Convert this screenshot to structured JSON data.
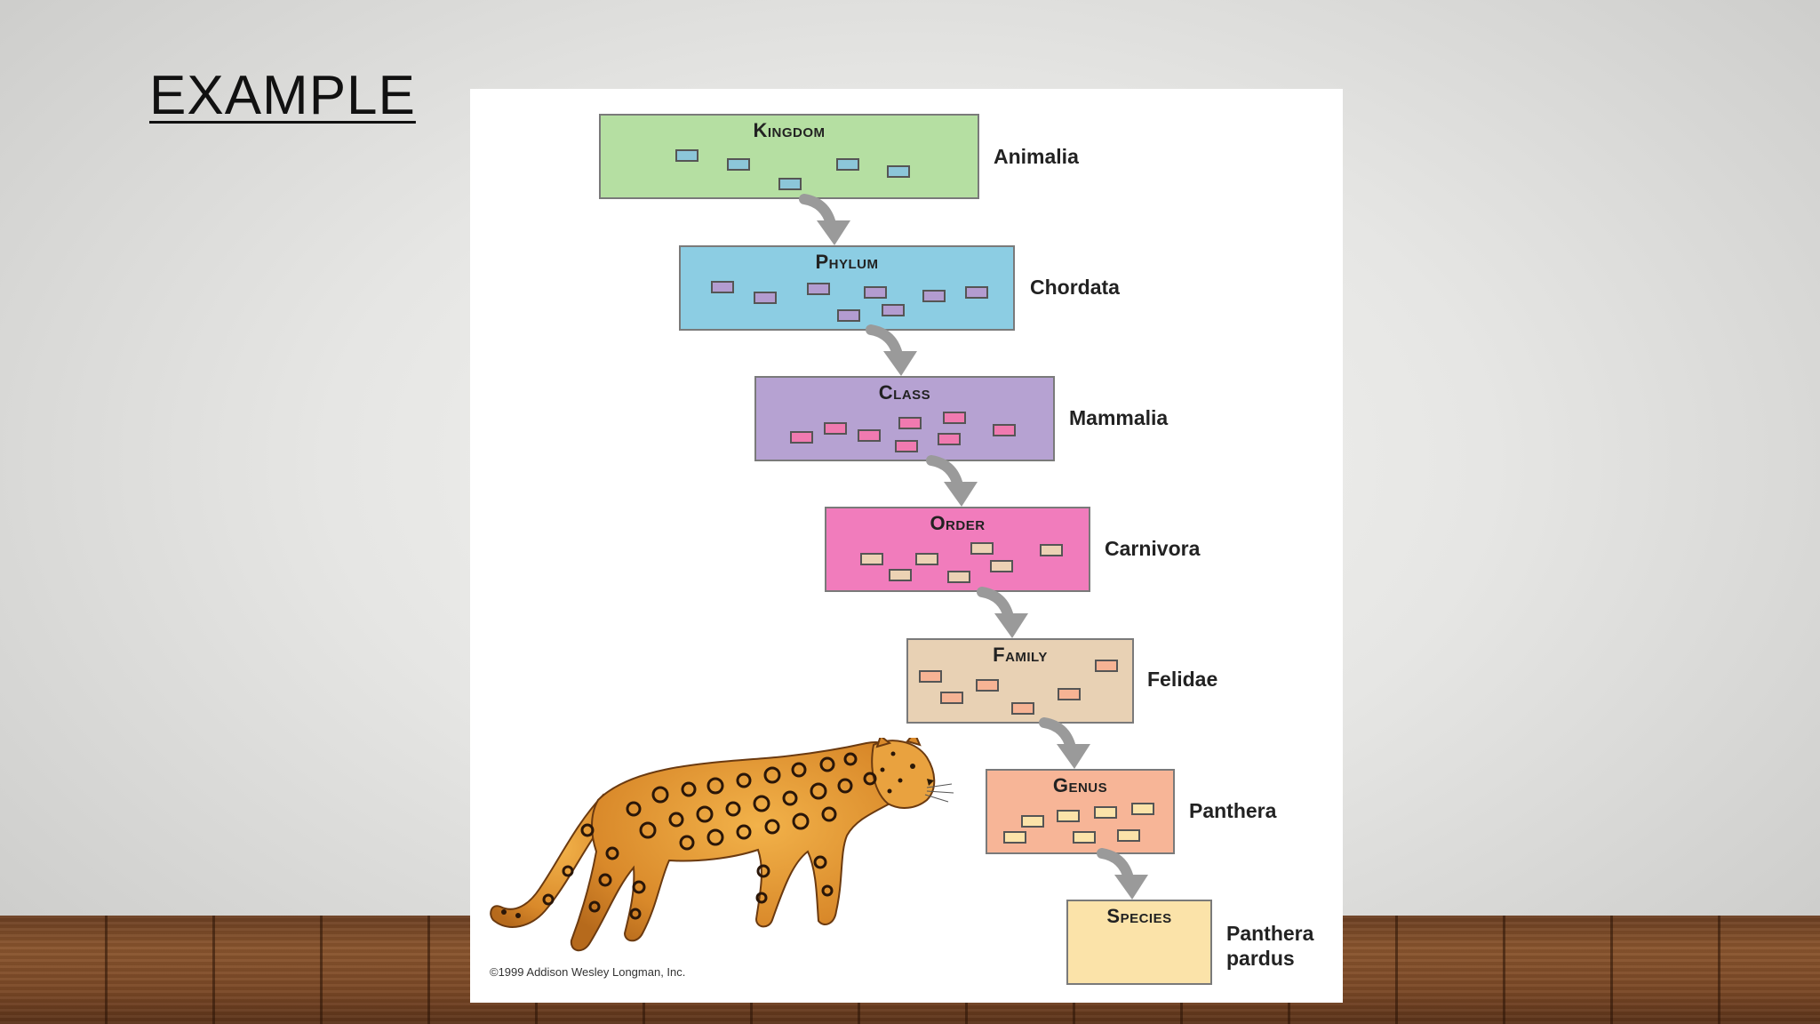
{
  "slide": {
    "title": "EXAMPLE"
  },
  "diagram": {
    "ranks": [
      {
        "rank": "Kingdom",
        "taxon": "Animalia",
        "color": "#b5dfa2",
        "chip_color": "#8cc6d9"
      },
      {
        "rank": "Phylum",
        "taxon": "Chordata",
        "color": "#8ccde3",
        "chip_color": "#b39cd0"
      },
      {
        "rank": "Class",
        "taxon": "Mammalia",
        "color": "#b6a2d2",
        "chip_color": "#f07ab0"
      },
      {
        "rank": "Order",
        "taxon": "Carnivora",
        "color": "#f17cbc",
        "chip_color": "#ecd2b4"
      },
      {
        "rank": "Family",
        "taxon": "Felidae",
        "color": "#e8d1b4",
        "chip_color": "#f6b394"
      },
      {
        "rank": "Genus",
        "taxon": "Panthera",
        "color": "#f7b597",
        "chip_color": "#fbe3a9"
      },
      {
        "rank": "Species",
        "taxon_line1": "Panthera",
        "taxon_line2": "pardus",
        "color": "#fbe3a9"
      }
    ],
    "arrow_color": "#9a9a9a",
    "image": "leopard-illustration",
    "copyright": "©1999 Addison Wesley Longman, Inc."
  }
}
